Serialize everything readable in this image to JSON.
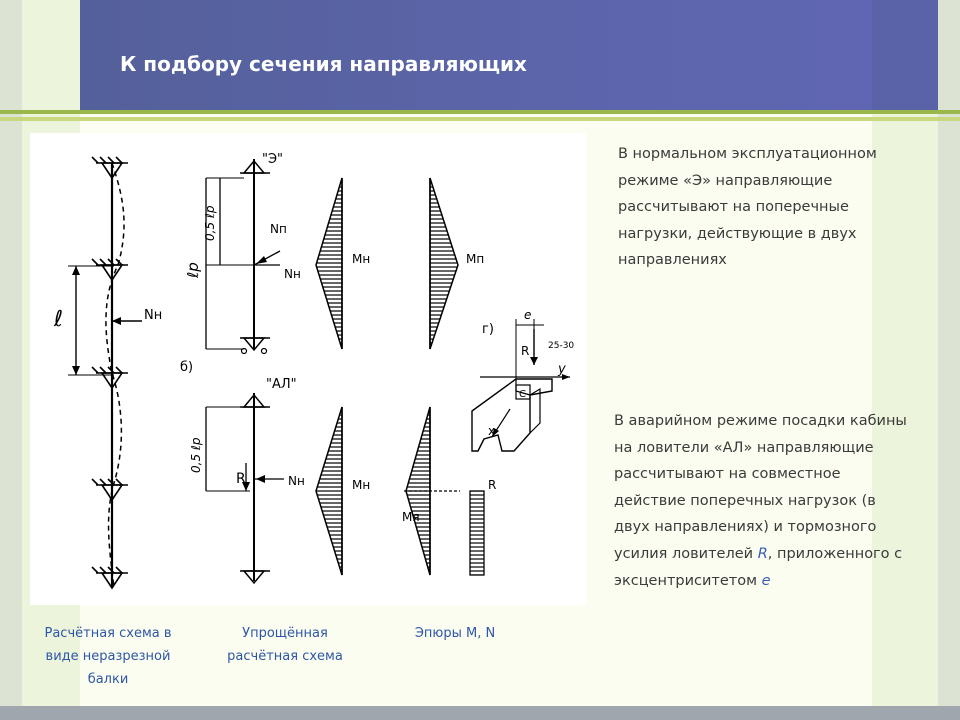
{
  "slide": {
    "title": "К подбору сечения направляющих"
  },
  "paragraph_normal": "В нормальном эксплуатационном режиме «Э» направляющие рассчитывают на поперечные нагрузки, действующие в двух направлениях",
  "paragraph_emergency": {
    "text": "В аварийном режиме посадки кабины на ловители «АЛ» направляющие рассчитывают на совместное действие поперечных нагрузок (в двух направлениях) и тормозного усилия ловителей",
    "force_symbol": "R",
    "middle": ", приложенного с эксцентриситетом",
    "ecc_symbol": "e"
  },
  "captions": [
    "Расчётная схема в виде неразрезной балки",
    "Упрощённая расчётная схема",
    "Эпюры M, N"
  ],
  "figure": {
    "label_l": "ℓ",
    "label_nn": "Nн",
    "label_np": "Nп",
    "label_mn": "Mн",
    "label_mp": "Mп",
    "label_mr": "Mя",
    "label_lp": "ℓр",
    "label_05lp": "0,5 ℓр",
    "mode_e": "\"Э\"",
    "mode_al": "\"АЛ\"",
    "label_b": "б)",
    "label_g": "г)",
    "label_R": "R",
    "label_e": "e",
    "label_c": "C",
    "label_x": "x",
    "label_y": "y",
    "label_2530": "25-30"
  },
  "colors": {
    "header": "#5c65aa",
    "accent_green": "#9ab74a",
    "text": "#3b3b3b",
    "caption": "#2e56a8"
  }
}
